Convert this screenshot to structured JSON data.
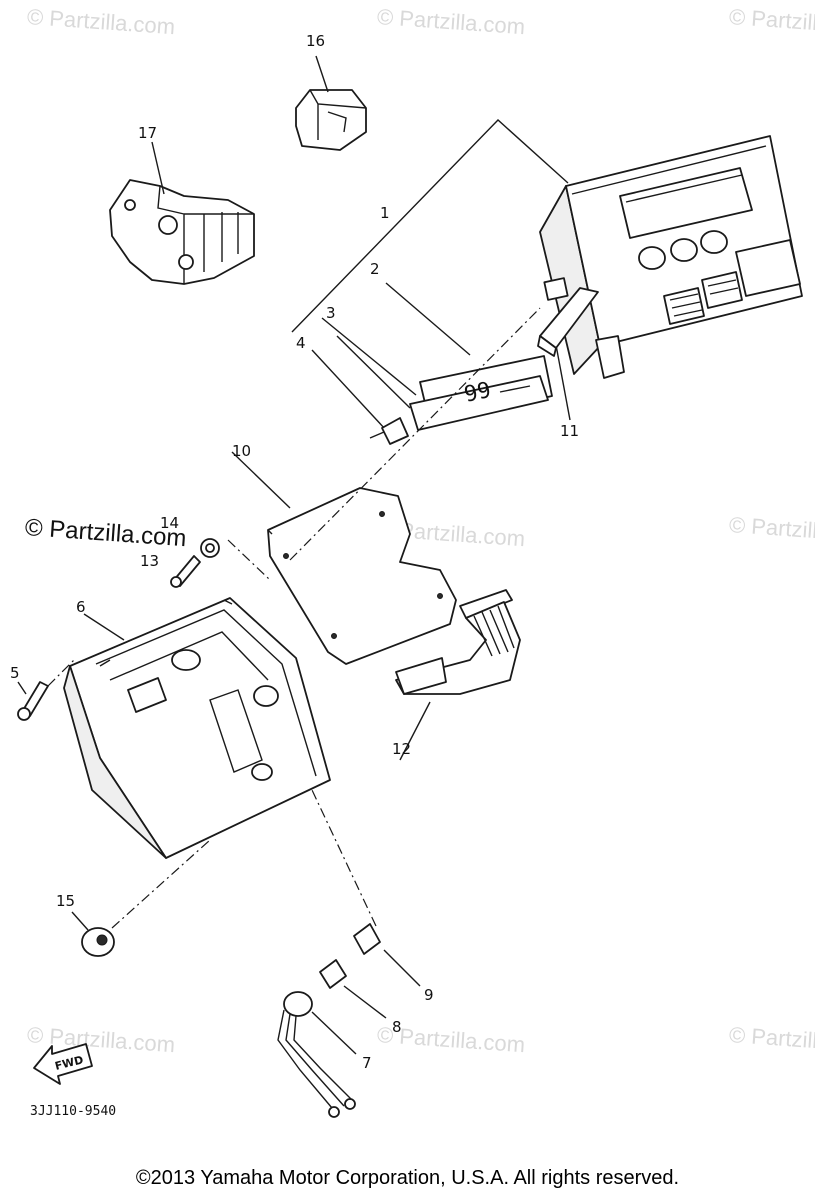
{
  "watermarks": {
    "text": "© Partzilla.com",
    "strong_text": "© Partzilla.com"
  },
  "callouts": [
    "1",
    "2",
    "3",
    "4",
    "5",
    "6",
    "7",
    "8",
    "9",
    "10",
    "11",
    "12",
    "13",
    "14",
    "15",
    "16",
    "17"
  ],
  "fwd_label": "FWD",
  "reference_code": "3JJ110-9540",
  "copyright": "©2013  Yamaha Motor Corporation, U.S.A. All rights reserved."
}
